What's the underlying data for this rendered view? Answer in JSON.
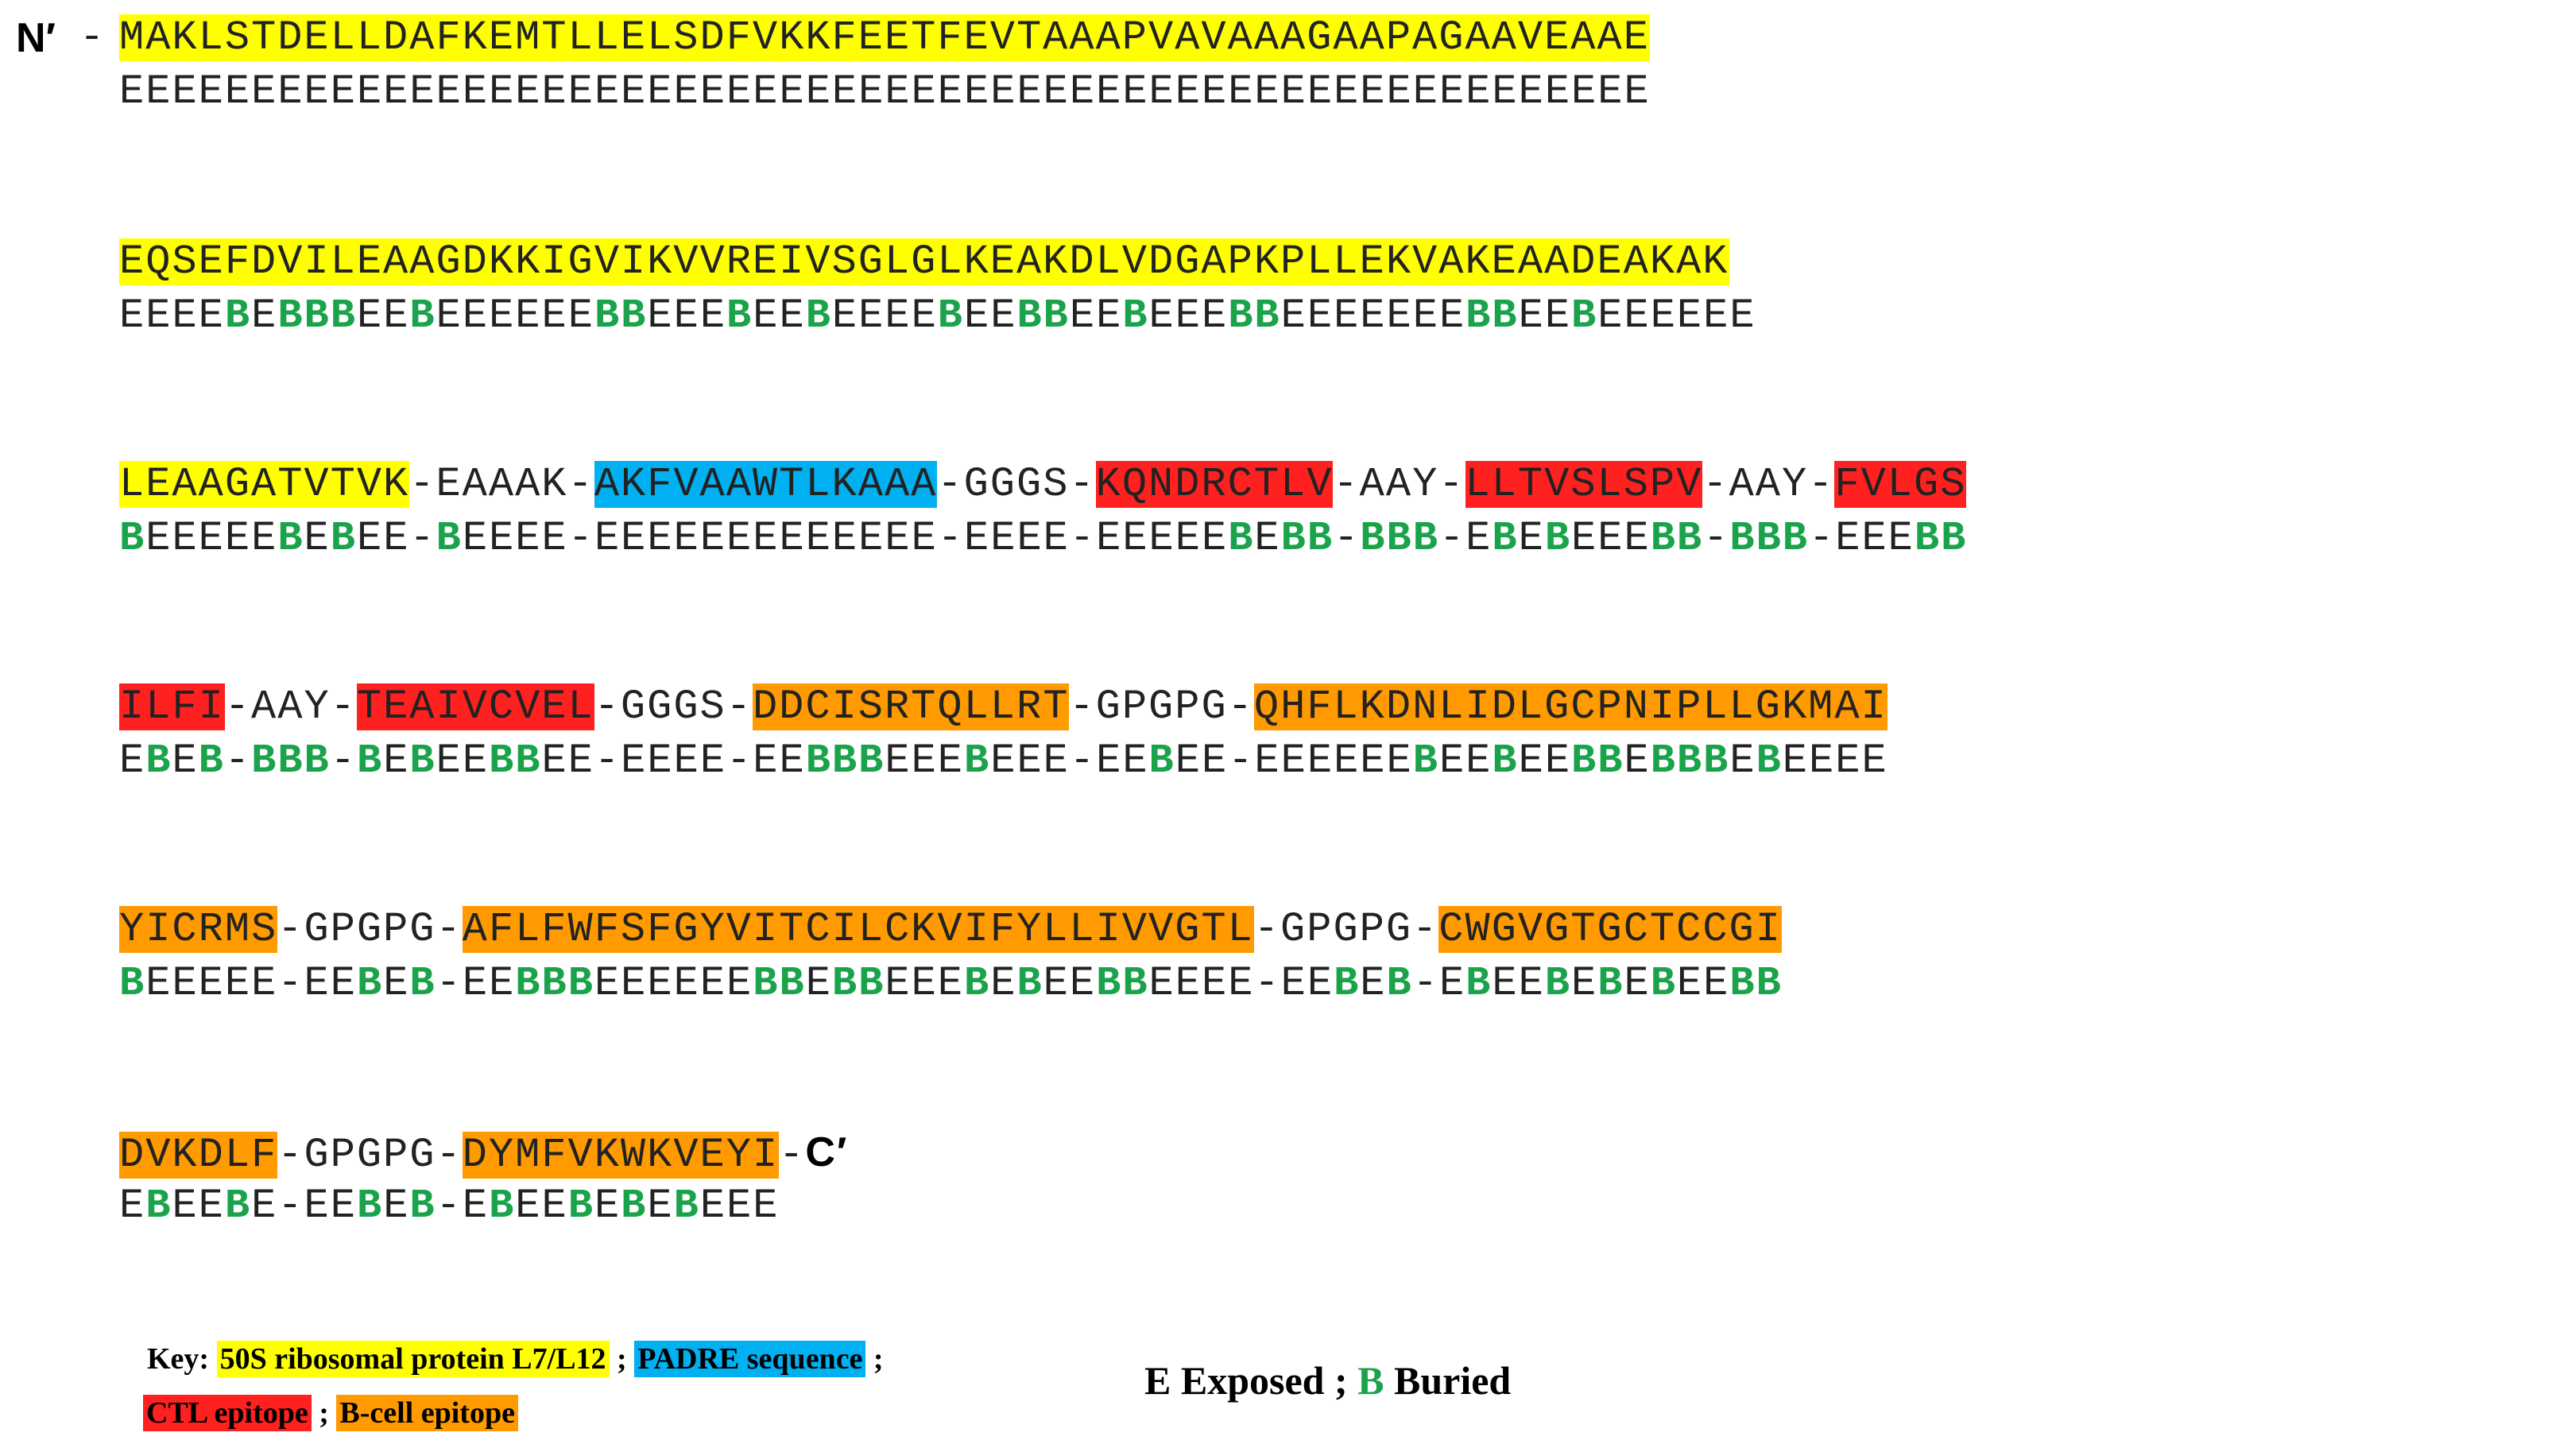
{
  "colors": {
    "yellow": "#ffff00",
    "blue": "#00b0f0",
    "red": "#ff2020",
    "orange": "#ff9a00",
    "buried_green": "#1aa34a"
  },
  "n_terminal": "N′",
  "c_terminal": "C′",
  "rows": [
    {
      "sequence": [
        {
          "text": "MAKLSTDELLDAFKEMTLLELSDFVKKFEETFEVTAAAPVAVAAAGAAPAGAAVEAAE",
          "bg": "yellow"
        }
      ],
      "exposure": "EEEEEEEEEEEEEEEEEEEEEEEEEEEEEEEEEEEEEEEEEEEEEEEEEEEEEEEEEE"
    },
    {
      "sequence": [
        {
          "text": "EQSEFDVILEAAGDKKIGVIKVVREIVSGLGLKEAKDLVDGAPKPLLEKVAKEAADEAKAK",
          "bg": "yellow"
        }
      ],
      "exposure": "EEEEBEBBBEEBEEEEEEBBEEEBEEBEEEEBEEBBEEBEEEBBEEEEEEEBBEEBEEEEEE"
    },
    {
      "sequence": [
        {
          "text": "LEAAGATVTVK",
          "bg": "yellow"
        },
        {
          "text": "-EAAAK-",
          "bg": "none"
        },
        {
          "text": "AKFVAAWTLKAAA",
          "bg": "blue"
        },
        {
          "text": "-GGGS-",
          "bg": "none"
        },
        {
          "text": "KQNDRCTLV",
          "bg": "red"
        },
        {
          "text": "-AAY-",
          "bg": "none"
        },
        {
          "text": "LLTVSLSPV",
          "bg": "red"
        },
        {
          "text": "-AAY-",
          "bg": "none"
        },
        {
          "text": "FVLGS",
          "bg": "red"
        }
      ],
      "exposure": "BEEEEEBEBEE-BEEEE-EEEEEEEEEEEEE-EEEE-EEEEEBEBB-BBB-EBEBEEEBB-BBB-EEEBB"
    },
    {
      "sequence": [
        {
          "text": "ILFI",
          "bg": "red"
        },
        {
          "text": "-AAY-",
          "bg": "none"
        },
        {
          "text": "TEAIVCVEL",
          "bg": "red"
        },
        {
          "text": "-GGGS-",
          "bg": "none"
        },
        {
          "text": "DDCISRTQLLRT",
          "bg": "orange"
        },
        {
          "text": "-GPGPG-",
          "bg": "none"
        },
        {
          "text": "QHFLKDNLIDLGCPNIPLLGKMAI",
          "bg": "orange"
        }
      ],
      "exposure": "EBEB-BBB-BEBEEBBEE-EEEE-EEBBBEEEBEEE-EEBEE-EEEEEEBEEBEEBBEBBBEBEEEE"
    },
    {
      "sequence": [
        {
          "text": "YICRMS",
          "bg": "orange"
        },
        {
          "text": "-GPGPG-",
          "bg": "none"
        },
        {
          "text": "AFLFWFSFGYVITCILCKVIFYLLIVVGTL",
          "bg": "orange"
        },
        {
          "text": "-GPGPG-",
          "bg": "none"
        },
        {
          "text": "CWGVGTGCTCCGI",
          "bg": "orange"
        }
      ],
      "exposure": "BEEEEE-EEBEB-EEBBBEEEEEEBBEBBEEEBEBEEBBEEEE-EEBEB-EBEEBEBEBEEBB"
    },
    {
      "sequence": [
        {
          "text": "DVKDLF",
          "bg": "orange"
        },
        {
          "text": "-GPGPG-",
          "bg": "none"
        },
        {
          "text": "DYMFVKWKVEYI",
          "bg": "orange"
        }
      ],
      "exposure": "EBEEBE-EEBEB-EBEEBEBEBEEE"
    }
  ],
  "key": {
    "label": "Key:",
    "yellow_label": "50S ribosomal protein L7/L12",
    "blue_label": "PADRE sequence",
    "red_label": "CTL epitope",
    "orange_label": "B-cell epitope",
    "sep": ";"
  },
  "legend": {
    "exposed": "E Exposed ;",
    "buried_letter": "B",
    "buried": "Buried"
  }
}
